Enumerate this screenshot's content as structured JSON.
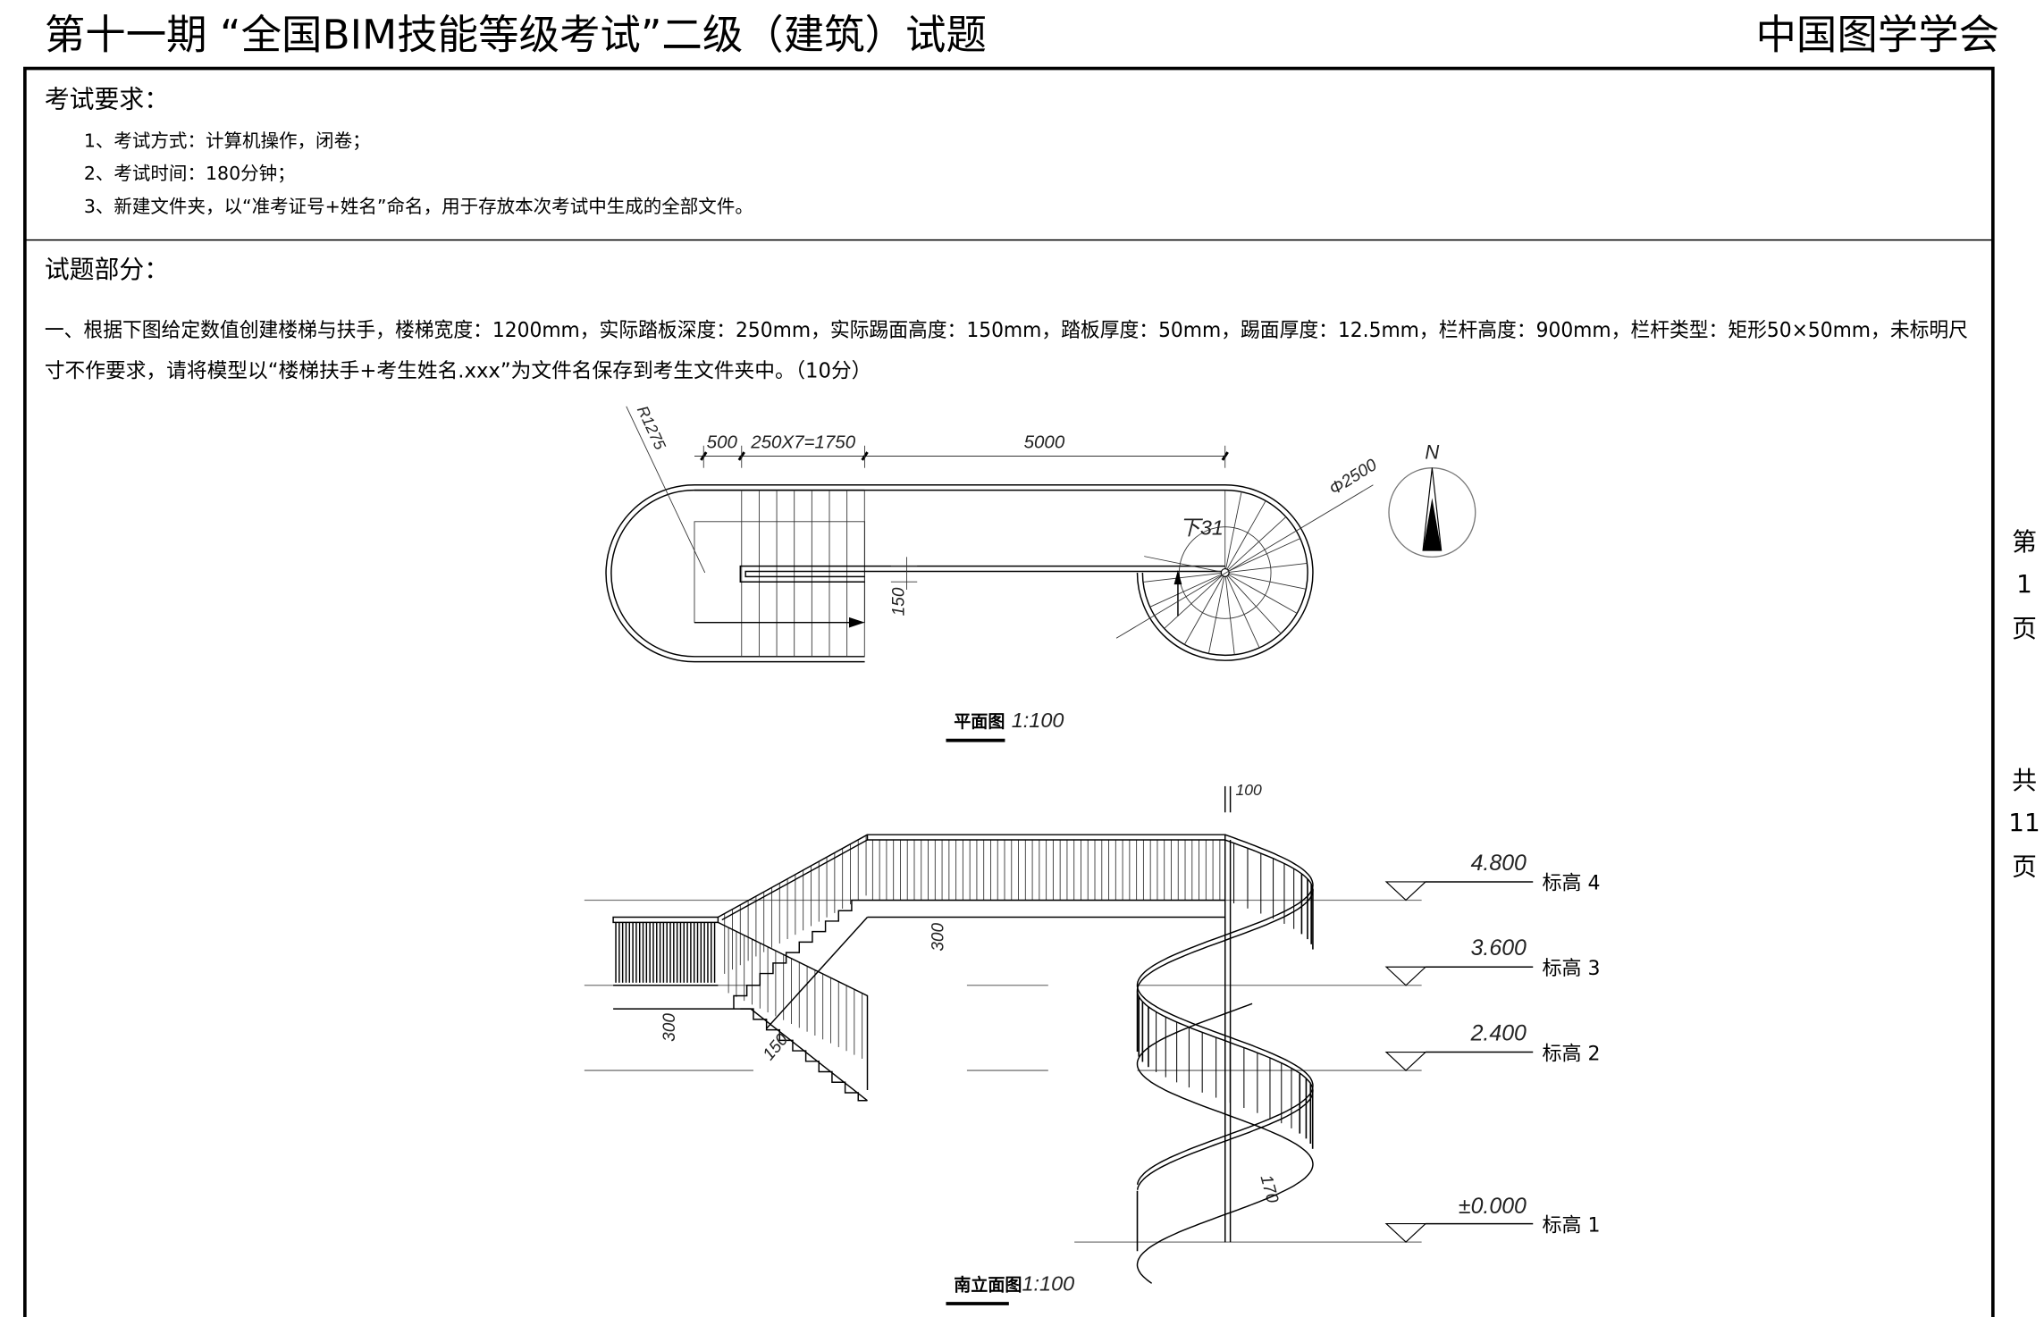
{
  "header": {
    "title": "第十一期 “全国BIM技能等级考试”二级（建筑）试题",
    "organization": "中国图学学会"
  },
  "requirements": {
    "heading": "考试要求：",
    "items": [
      "1、考试方式：计算机操作，闭卷；",
      "2、考试时间：180分钟；",
      "3、新建文件夹，以“准考证号+姓名”命名，用于存放本次考试中生成的全部文件。"
    ]
  },
  "questions": {
    "heading": "试题部分：",
    "q1_line1": "一、根据下图给定数值创建楼梯与扶手，楼梯宽度：1200mm，实际踏板深度：250mm，实际踢面高度：150mm，踏板厚度：50mm，踢面厚度：12.5mm，栏杆高度：900mm，栏杆类型：矩形50×50mm，未标明尺",
    "q1_line2": "寸不作要求，请将模型以“楼梯扶手+考生姓名.xxx”为文件名保存到考生文件夹中。（10分）"
  },
  "side": {
    "page_chars": [
      "第",
      "1",
      "页"
    ],
    "total_chars": [
      "共",
      "11",
      "页"
    ]
  },
  "plan": {
    "radius_label": "R1275",
    "dims": [
      "500",
      "250X7=1750",
      "5000"
    ],
    "diameter_label": "Φ2500",
    "down_label": "下31",
    "gap_label": "150",
    "north": "N",
    "caption": "平面图",
    "scale": "1:100"
  },
  "elevation": {
    "top_dim": "100",
    "dims": [
      "300",
      "300",
      "150",
      "170"
    ],
    "levels": [
      {
        "value": "4.800",
        "name": "标高 4"
      },
      {
        "value": "3.600",
        "name": "标高 3"
      },
      {
        "value": "2.400",
        "name": "标高 2"
      },
      {
        "value": "±0.000",
        "name": "标高 1"
      }
    ],
    "caption": "南立面图",
    "scale": "1:100"
  }
}
